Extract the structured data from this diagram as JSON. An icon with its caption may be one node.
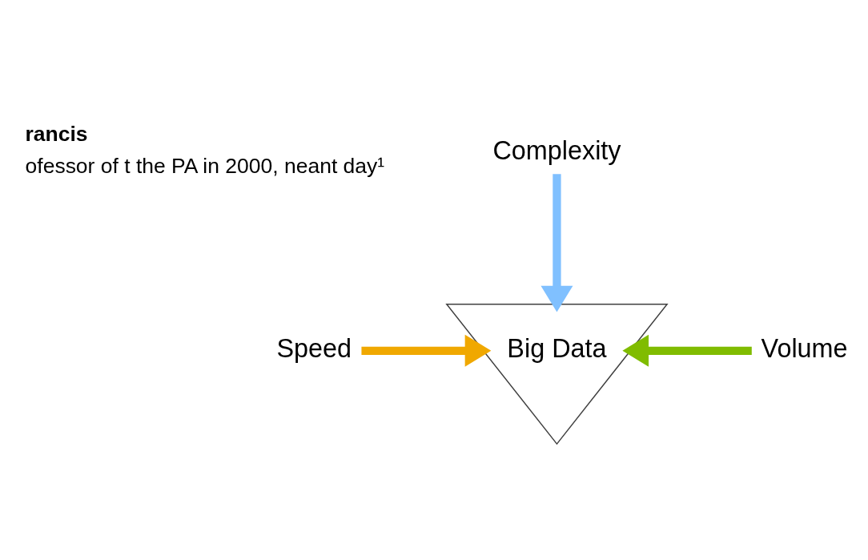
{
  "diagram": {
    "nodes": [
      {
        "text": [
          "Complexity"
        ]
      },
      {
        "text": [
          "Big Data"
        ]
      },
      {
        "text": [
          "Speed"
        ]
      },
      {
        "text": [
          "Volume"
        ]
      }
    ],
    "edges": [
      {
        "from": 0,
        "to": 1,
        "arrow": "to",
        "color": "#80c0ff"
      },
      {
        "from": 2,
        "to": 1,
        "arrow": "to",
        "color": "#f0a800"
      },
      {
        "from": 3,
        "to": 1,
        "arrow": "to",
        "color": "#80bc00"
      }
    ],
    "labels": [
      "rancis",
      "ofessor of t the PA in 2000, neant day¹"
    ]
  }
}
